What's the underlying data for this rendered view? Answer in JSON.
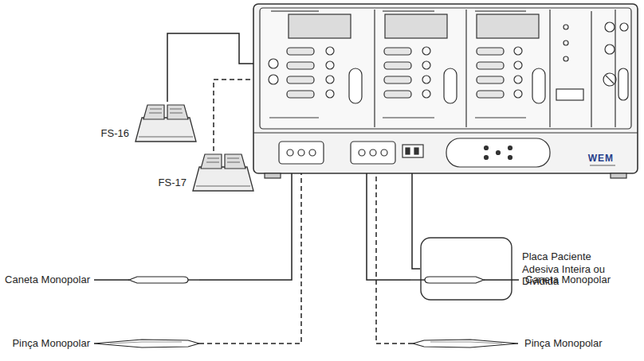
{
  "diagram": {
    "nodes": [
      {
        "text": [
          "WEM"
        ]
      },
      {
        "text": [
          "FS-16"
        ]
      },
      {
        "text": [
          "FS-17"
        ]
      },
      {
        "text": [
          "Placa Paciente Adesiva Inteira ou Dividida"
        ]
      },
      {
        "text": [
          "Caneta Monopolar"
        ]
      },
      {
        "text": [
          "Caneta Monopolar"
        ]
      },
      {
        "text": [
          "Pinça Monopolar"
        ]
      },
      {
        "text": [
          "Pinça Monopolar"
        ]
      }
    ],
    "edges": [
      {
        "from": 1,
        "to": 0,
        "arrow": "none"
      },
      {
        "from": 2,
        "to": 0,
        "arrow": "none"
      },
      {
        "from": 0,
        "to": 3,
        "arrow": "none"
      },
      {
        "from": 4,
        "to": 0,
        "arrow": "none"
      },
      {
        "from": 5,
        "to": 0,
        "arrow": "none"
      },
      {
        "from": 6,
        "to": 0,
        "arrow": "none"
      },
      {
        "from": 7,
        "to": 0,
        "arrow": "none"
      }
    ]
  }
}
